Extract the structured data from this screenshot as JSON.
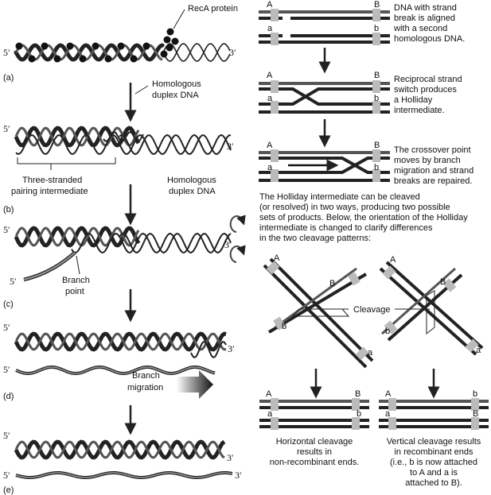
{
  "left": {
    "recA_label": "RecA protein",
    "homologous_duplex_label_1": "Homologous",
    "homologous_duplex_label_2": "duplex DNA",
    "three_stranded_1": "Three-stranded",
    "three_stranded_2": "pairing intermediate",
    "homologous_duplex_b_1": "Homologous",
    "homologous_duplex_b_2": "duplex DNA",
    "branch_point_1": "Branch",
    "branch_point_2": "point",
    "branch_migration_1": "Branch",
    "branch_migration_2": "migration",
    "five_prime": "5′",
    "three_prime": "3′",
    "panels": [
      "(a)",
      "(b)",
      "(c)",
      "(d)",
      "(e)"
    ]
  },
  "right": {
    "step1": [
      "DNA with strand",
      "break is aligned",
      "with a second",
      "homologous DNA."
    ],
    "step2": [
      "Reciprocal strand",
      "switch produces",
      "a Holliday",
      "intermediate."
    ],
    "step3": [
      "The crossover point",
      "moves by branch",
      "migration and strand",
      "breaks are repaired."
    ],
    "holliday_para": [
      "The Holliday intermediate can be cleaved",
      "(or resolved) in two ways, producing two possible",
      "sets of products. Below, the orientation of the Holliday",
      "intermediate is changed to clarify differences",
      "in the two cleavage patterns:"
    ],
    "cleavage_label": "Cleavage",
    "horizontal": [
      "Horizontal cleavage",
      "results in",
      "non-recombinant ends."
    ],
    "vertical": [
      "Vertical cleavage results",
      "in recombinant ends",
      "(i.e., b is now attached",
      "to A and a is",
      "attached to B)."
    ],
    "marker_A": "A",
    "marker_B": "B",
    "marker_a": "a",
    "marker_b": "b"
  }
}
